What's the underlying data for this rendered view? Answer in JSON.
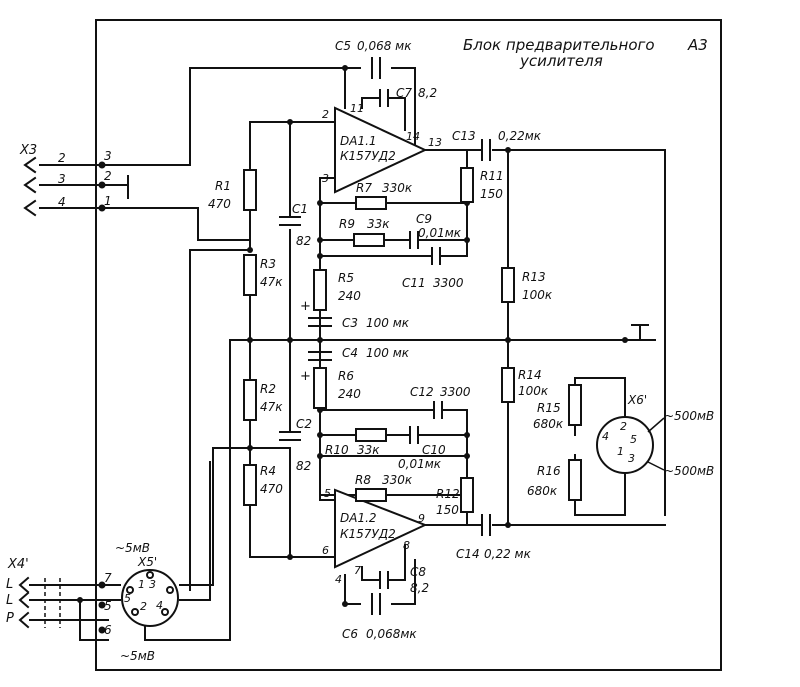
{
  "title": {
    "line1": "Блок предварительного",
    "line2": "усилителя",
    "ref": "A3"
  },
  "opamps": [
    {
      "name": "DA1.1",
      "type": "К157УД2",
      "pins": {
        "in_noninv": "2",
        "in_inv": "3",
        "out": "13",
        "p11": "11",
        "p14": "14"
      }
    },
    {
      "name": "DA1.2",
      "type": "К157УД2",
      "pins": {
        "in_noninv": "6",
        "in_inv": "5",
        "out": "9",
        "p7": "7",
        "p8": "8",
        "p4": "4"
      }
    }
  ],
  "resistors": [
    {
      "ref": "R1",
      "value": "470"
    },
    {
      "ref": "R2",
      "value": "47к"
    },
    {
      "ref": "R3",
      "value": "47к"
    },
    {
      "ref": "R4",
      "value": "470"
    },
    {
      "ref": "R5",
      "value": "240"
    },
    {
      "ref": "R6",
      "value": "240"
    },
    {
      "ref": "R7",
      "value": "330к"
    },
    {
      "ref": "R8",
      "value": "330к"
    },
    {
      "ref": "R9",
      "value": "33к"
    },
    {
      "ref": "R10",
      "value": "33к"
    },
    {
      "ref": "R11",
      "value": "150"
    },
    {
      "ref": "R12",
      "value": "150"
    },
    {
      "ref": "R13",
      "value": "100к"
    },
    {
      "ref": "R14",
      "value": "100к"
    },
    {
      "ref": "R15",
      "value": "680к"
    },
    {
      "ref": "R16",
      "value": "680к"
    }
  ],
  "capacitors": [
    {
      "ref": "C1",
      "value": "82"
    },
    {
      "ref": "C2",
      "value": "82"
    },
    {
      "ref": "C3",
      "value": "100 мк"
    },
    {
      "ref": "C4",
      "value": "100 мк"
    },
    {
      "ref": "C5",
      "value": "0,068 мк"
    },
    {
      "ref": "C6",
      "value": "0,068мк"
    },
    {
      "ref": "C7",
      "value": "8,2"
    },
    {
      "ref": "C8",
      "value": "8,2"
    },
    {
      "ref": "C9",
      "value": "0,01мк"
    },
    {
      "ref": "C10",
      "value": "0,01мк"
    },
    {
      "ref": "C11",
      "value": "3300"
    },
    {
      "ref": "C12",
      "value": "3300"
    },
    {
      "ref": "C13",
      "value": "0,22мк"
    },
    {
      "ref": "C14",
      "value": "0,22 мк"
    }
  ],
  "connectors": {
    "x3": {
      "name": "X3",
      "pins_left": [
        "2",
        "3",
        "4"
      ],
      "pins_right": [
        "3",
        "2",
        "1"
      ]
    },
    "x4": {
      "name": "X4'",
      "lines": [
        "L",
        "L",
        "P"
      ],
      "pins": [
        "7",
        "5",
        "6"
      ]
    },
    "x5": {
      "name": "X5'",
      "pins": [
        "1",
        "3",
        "4",
        "2",
        "5"
      ],
      "level_top": "~5мВ",
      "level_bottom": "~5мВ"
    },
    "x6": {
      "name": "X6'",
      "pins": [
        "2",
        "5",
        "4",
        "1",
        "3"
      ],
      "level_top": "~500мВ",
      "level_bottom": "~500мВ"
    }
  }
}
